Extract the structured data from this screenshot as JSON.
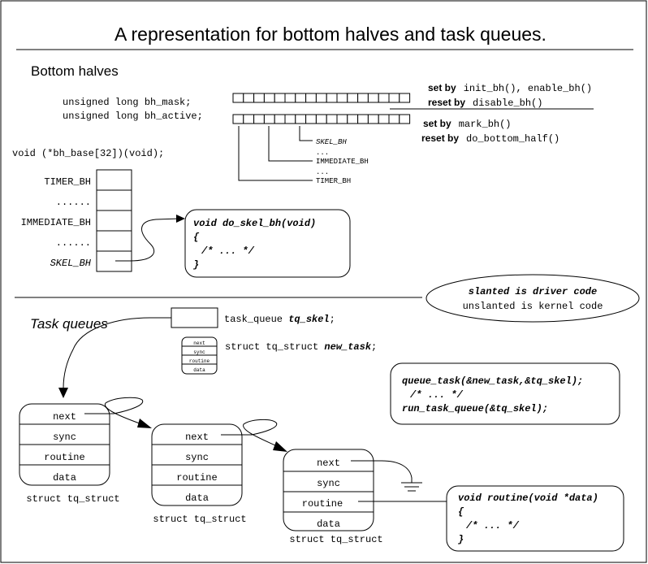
{
  "title": "A representation for bottom halves and task queues.",
  "bottom_halves": {
    "heading": "Bottom halves",
    "mask_decl": "unsigned long bh_mask;",
    "active_decl": "unsigned long bh_active;",
    "set_label_1": "set by",
    "set_funcs_1": "init_bh(), enable_bh()",
    "reset_label_1": "reset by",
    "reset_funcs_1": "disable_bh()",
    "set_label_2": "set by",
    "set_funcs_2": "mark_bh()",
    "reset_label_2": "reset by",
    "reset_funcs_2": "do_bottom_half()",
    "bit_labels": [
      "SKEL_BH",
      "...",
      "IMMEDIATE_BH",
      "...",
      "TIMER_BH"
    ],
    "base_decl": "void (*bh_base[32])(void);",
    "base_rows": [
      "TIMER_BH",
      "......",
      "IMMEDIATE_BH",
      "......",
      "SKEL_BH"
    ],
    "handler_lines": [
      "void do_skel_bh(void)",
      "{",
      "/* ... */",
      "}"
    ]
  },
  "legend": {
    "line1": "slanted is driver code",
    "line2": "unslanted is kernel code"
  },
  "task_queues": {
    "heading": "Task queues",
    "queue_decl_prefix": "task_queue ",
    "queue_decl_name": "tq_skel",
    "queue_decl_suffix": ";",
    "struct_decl_prefix": "struct tq_struct ",
    "struct_decl_name": "new_task",
    "struct_decl_suffix": ";",
    "mini_fields": [
      "next",
      "sync",
      "routine",
      "data"
    ],
    "code_lines": [
      "queue_task(&new_task,&tq_skel);",
      "/* ... */",
      "run_task_queue(&tq_skel);"
    ],
    "fields": [
      "next",
      "sync",
      "routine",
      "data"
    ],
    "struct_caption": "struct tq_struct",
    "routine_lines": [
      "void routine(void *data)",
      "{",
      "/* ... */",
      "}"
    ]
  }
}
